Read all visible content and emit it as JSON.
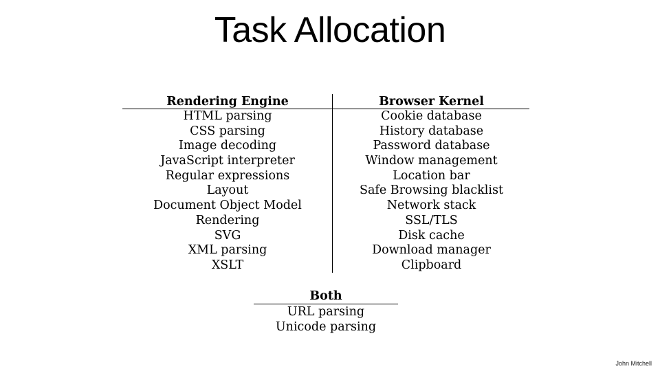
{
  "slide": {
    "title": "Task Allocation",
    "footer": "John Mitchell"
  },
  "table": {
    "left_header": "Rendering Engine",
    "right_header": "Browser Kernel",
    "left_items": [
      "HTML parsing",
      "CSS parsing",
      "Image decoding",
      "JavaScript interpreter",
      "Regular expressions",
      "Layout",
      "Document Object Model",
      "Rendering",
      "SVG",
      "XML parsing",
      "XSLT"
    ],
    "right_items": [
      "Cookie database",
      "History database",
      "Password database",
      "Window management",
      "Location bar",
      "Safe Browsing blacklist",
      "Network stack",
      "SSL/TLS",
      "Disk cache",
      "Download manager",
      "Clipboard"
    ]
  },
  "both": {
    "header": "Both",
    "items": [
      "URL parsing",
      "Unicode parsing"
    ]
  }
}
